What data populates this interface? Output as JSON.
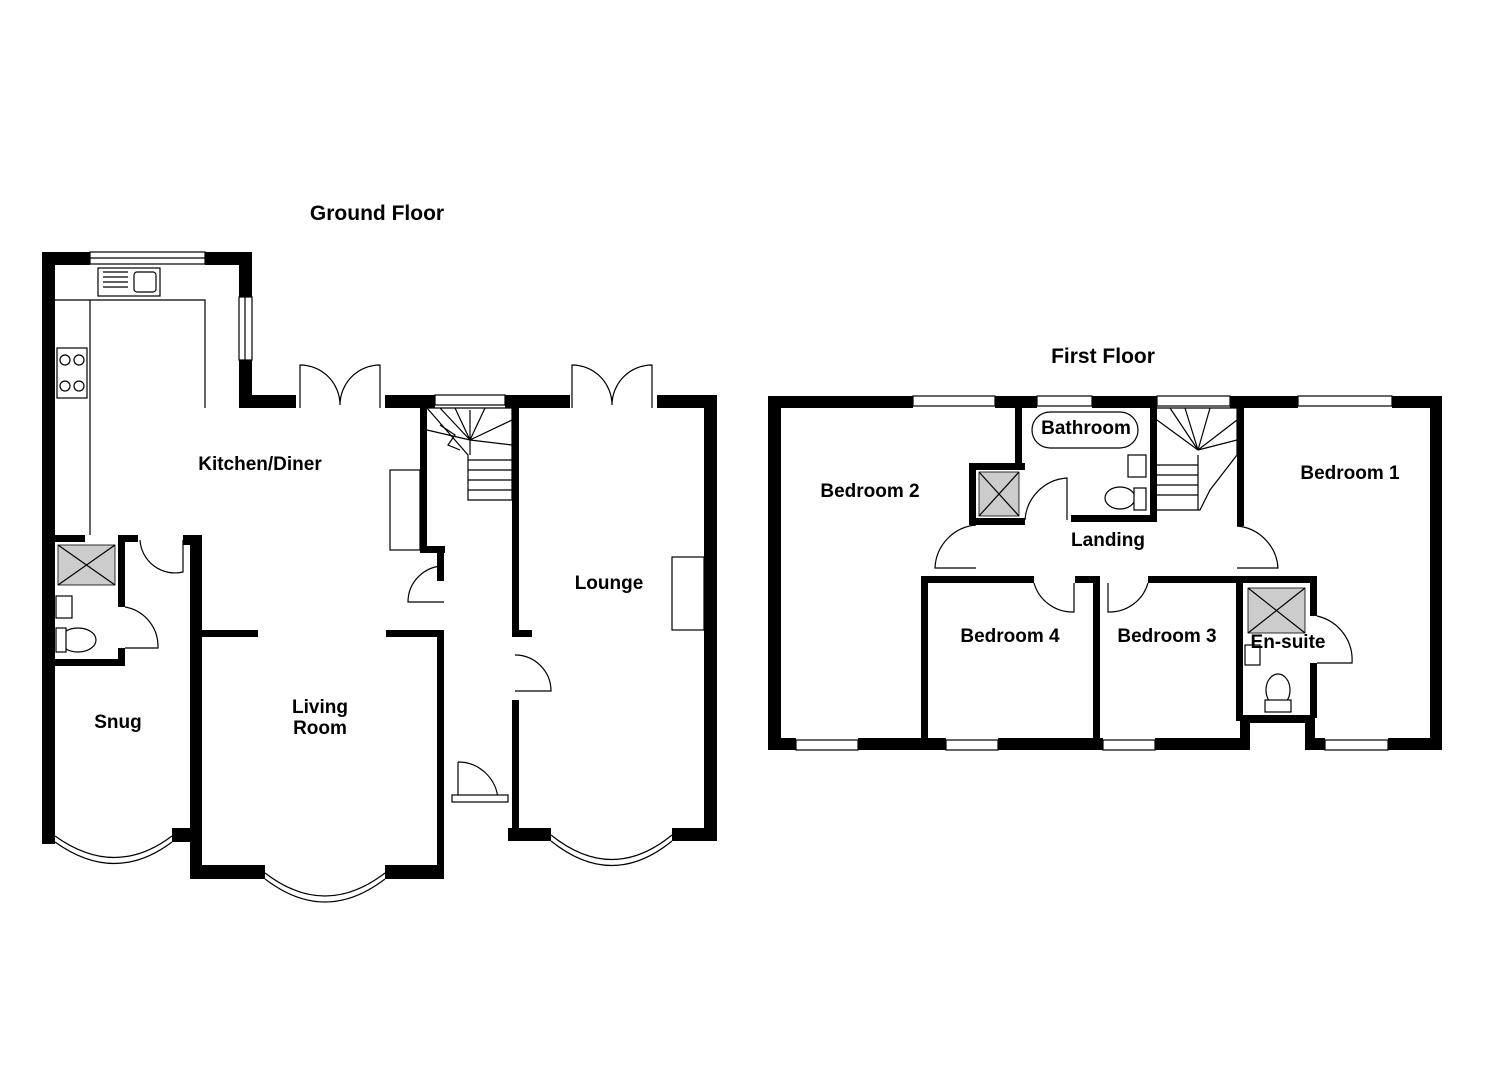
{
  "floors": [
    {
      "title": "Ground Floor",
      "rooms": [
        "Kitchen/Diner",
        "Lounge",
        "Snug",
        "Living\nRoom"
      ]
    },
    {
      "title": "First Floor",
      "rooms": [
        "Bedroom 2",
        "Bathroom",
        "Bedroom 1",
        "Landing",
        "Bedroom 4",
        "Bedroom 3",
        "En-suite"
      ]
    }
  ]
}
